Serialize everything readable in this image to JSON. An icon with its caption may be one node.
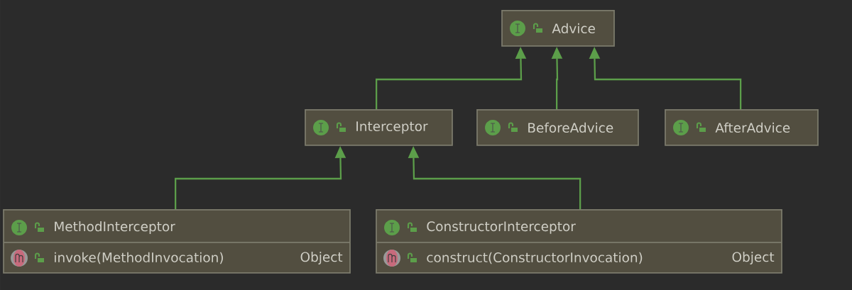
{
  "diagram": {
    "nodes": [
      {
        "text": [
          "Advice"
        ]
      },
      {
        "text": [
          "Interceptor"
        ]
      },
      {
        "text": [
          "BeforeAdvice"
        ]
      },
      {
        "text": [
          "AfterAdvice"
        ]
      },
      {
        "text": [
          "MethodInterceptor",
          "invoke(MethodInvocation)",
          "Object"
        ]
      },
      {
        "text": [
          "ConstructorInterceptor",
          "construct(ConstructorInvocation)",
          "Object"
        ]
      }
    ],
    "edges": [
      {
        "from": 1,
        "to": 0,
        "arrow": "to"
      },
      {
        "from": 2,
        "to": 0,
        "arrow": "to"
      },
      {
        "from": 3,
        "to": 0,
        "arrow": "to"
      },
      {
        "from": 4,
        "to": 1,
        "arrow": "to"
      },
      {
        "from": 5,
        "to": 1,
        "arrow": "to"
      }
    ]
  }
}
